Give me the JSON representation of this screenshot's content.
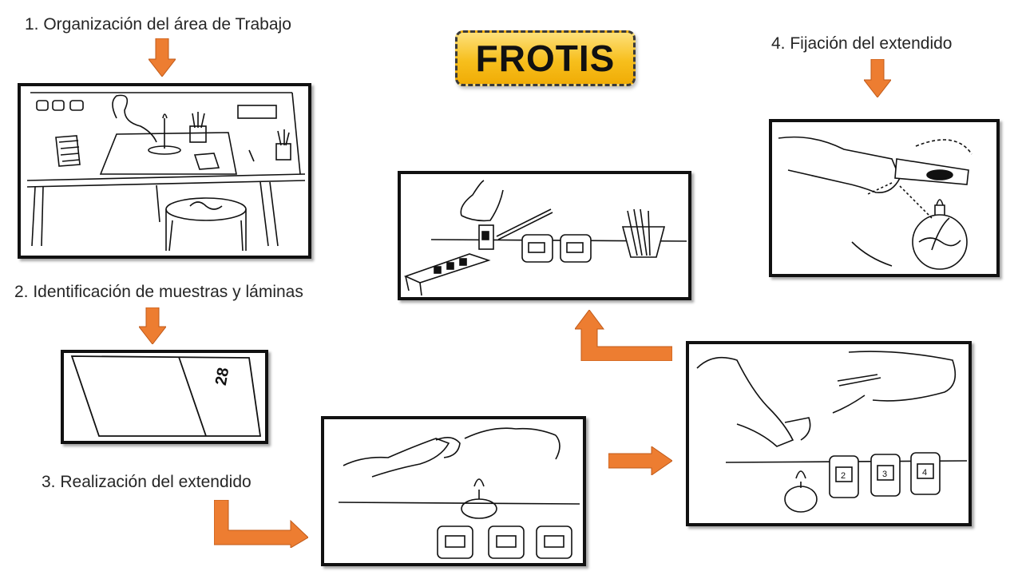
{
  "title": "FROTIS",
  "steps": {
    "s1": "1. Organización del área de Trabajo",
    "s2": "2. Identificación de muestras y láminas",
    "s3": "3. Realización del extendido",
    "s4": "4. Fijación del extendido"
  },
  "slide_label": "28",
  "jar_labels": [
    "2",
    "3",
    "4"
  ],
  "colors": {
    "arrow": "#ed7d31",
    "title_fill": "#f7bf1d",
    "outline": "#111111"
  }
}
